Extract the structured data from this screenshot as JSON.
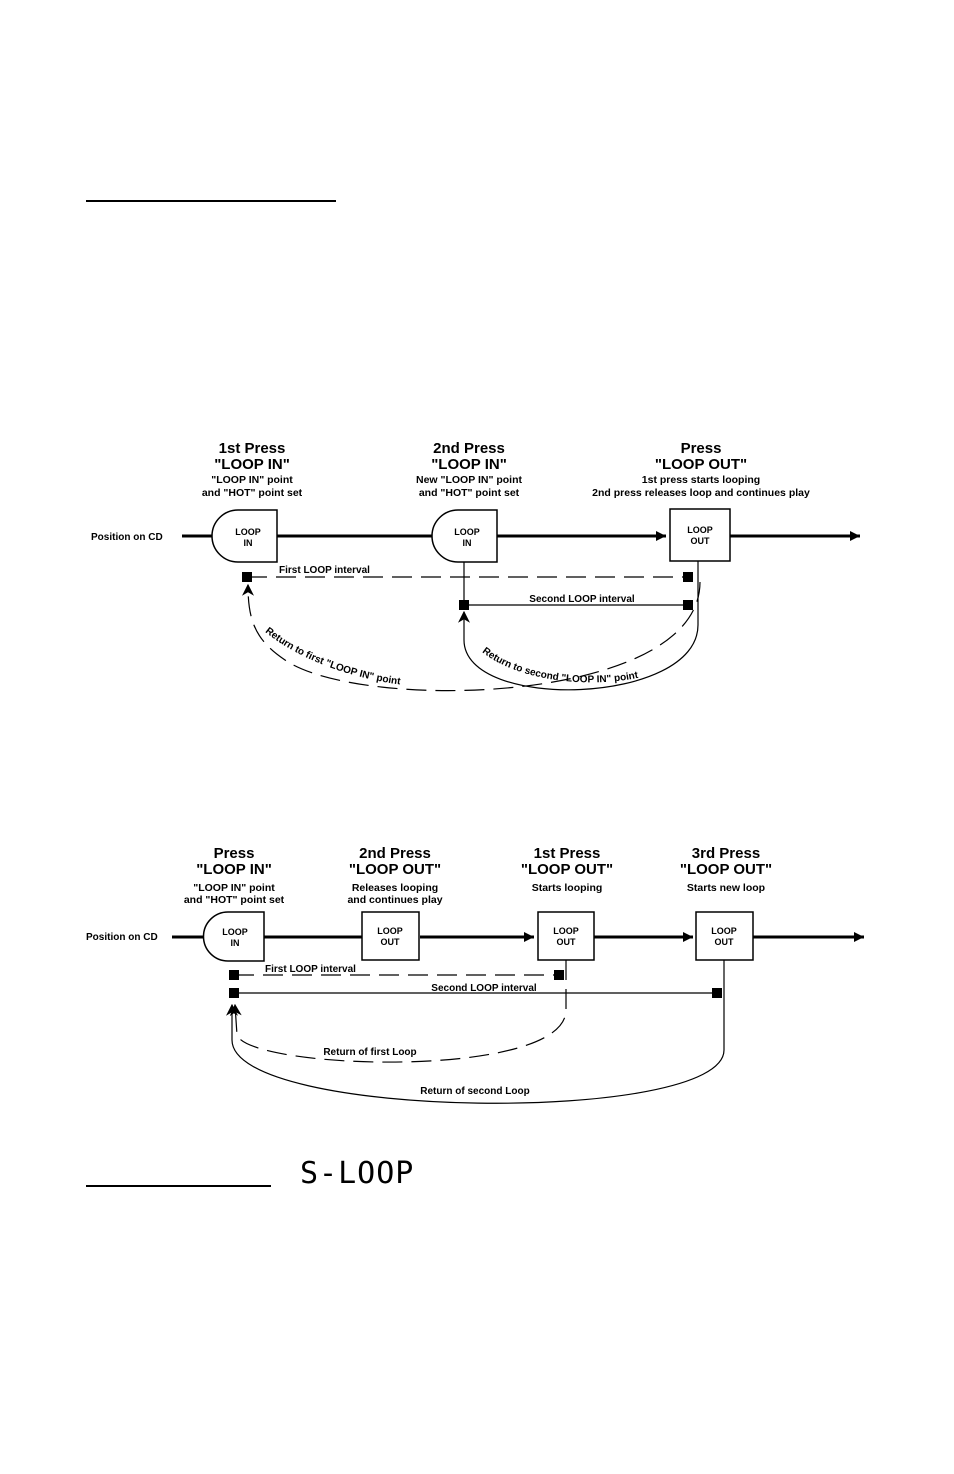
{
  "diagram1": {
    "position_label": "Position on CD",
    "step1": {
      "title": "1st Press",
      "subtitle": "\"LOOP IN\"",
      "desc1": "\"LOOP IN\" point",
      "desc2": "and \"HOT\" point set",
      "box_line1": "LOOP",
      "box_line2": "IN"
    },
    "step2": {
      "title": "2nd Press",
      "subtitle": "\"LOOP IN\"",
      "desc1": "New \"LOOP IN\" point",
      "desc2": "and \"HOT\" point set",
      "box_line1": "LOOP",
      "box_line2": "IN"
    },
    "step3": {
      "title": "Press",
      "subtitle": "\"LOOP OUT\"",
      "desc1": "1st press starts looping",
      "desc2": "2nd press releases loop and continues play",
      "box_line1": "LOOP",
      "box_line2": "OUT"
    },
    "first_interval": "First LOOP interval",
    "second_interval": "Second LOOP interval",
    "return_first": "Return to first \"LOOP IN\" point",
    "return_second": "Return to second \"LOOP IN\" point"
  },
  "diagram2": {
    "position_label": "Position on CD",
    "step1": {
      "title": "Press",
      "subtitle": "\"LOOP IN\"",
      "desc1": "\"LOOP IN\" point",
      "desc2": "and \"HOT\" point set",
      "box_line1": "LOOP",
      "box_line2": "IN"
    },
    "step2": {
      "title": "2nd Press",
      "subtitle": "\"LOOP OUT\"",
      "desc1": "Releases looping",
      "desc2": "and continues play",
      "box_line1": "LOOP",
      "box_line2": "OUT"
    },
    "step3": {
      "title": "1st Press",
      "subtitle": "\"LOOP OUT\"",
      "desc1": "Starts looping",
      "box_line1": "LOOP",
      "box_line2": "OUT"
    },
    "step4": {
      "title": "3rd Press",
      "subtitle": "\"LOOP OUT\"",
      "desc1": "Starts new loop",
      "box_line1": "LOOP",
      "box_line2": "OUT"
    },
    "first_interval": "First LOOP interval",
    "second_interval": "Second LOOP interval",
    "return_first": "Return of first Loop",
    "return_second": "Return of second Loop"
  },
  "lcd_display": "S-LOOP"
}
